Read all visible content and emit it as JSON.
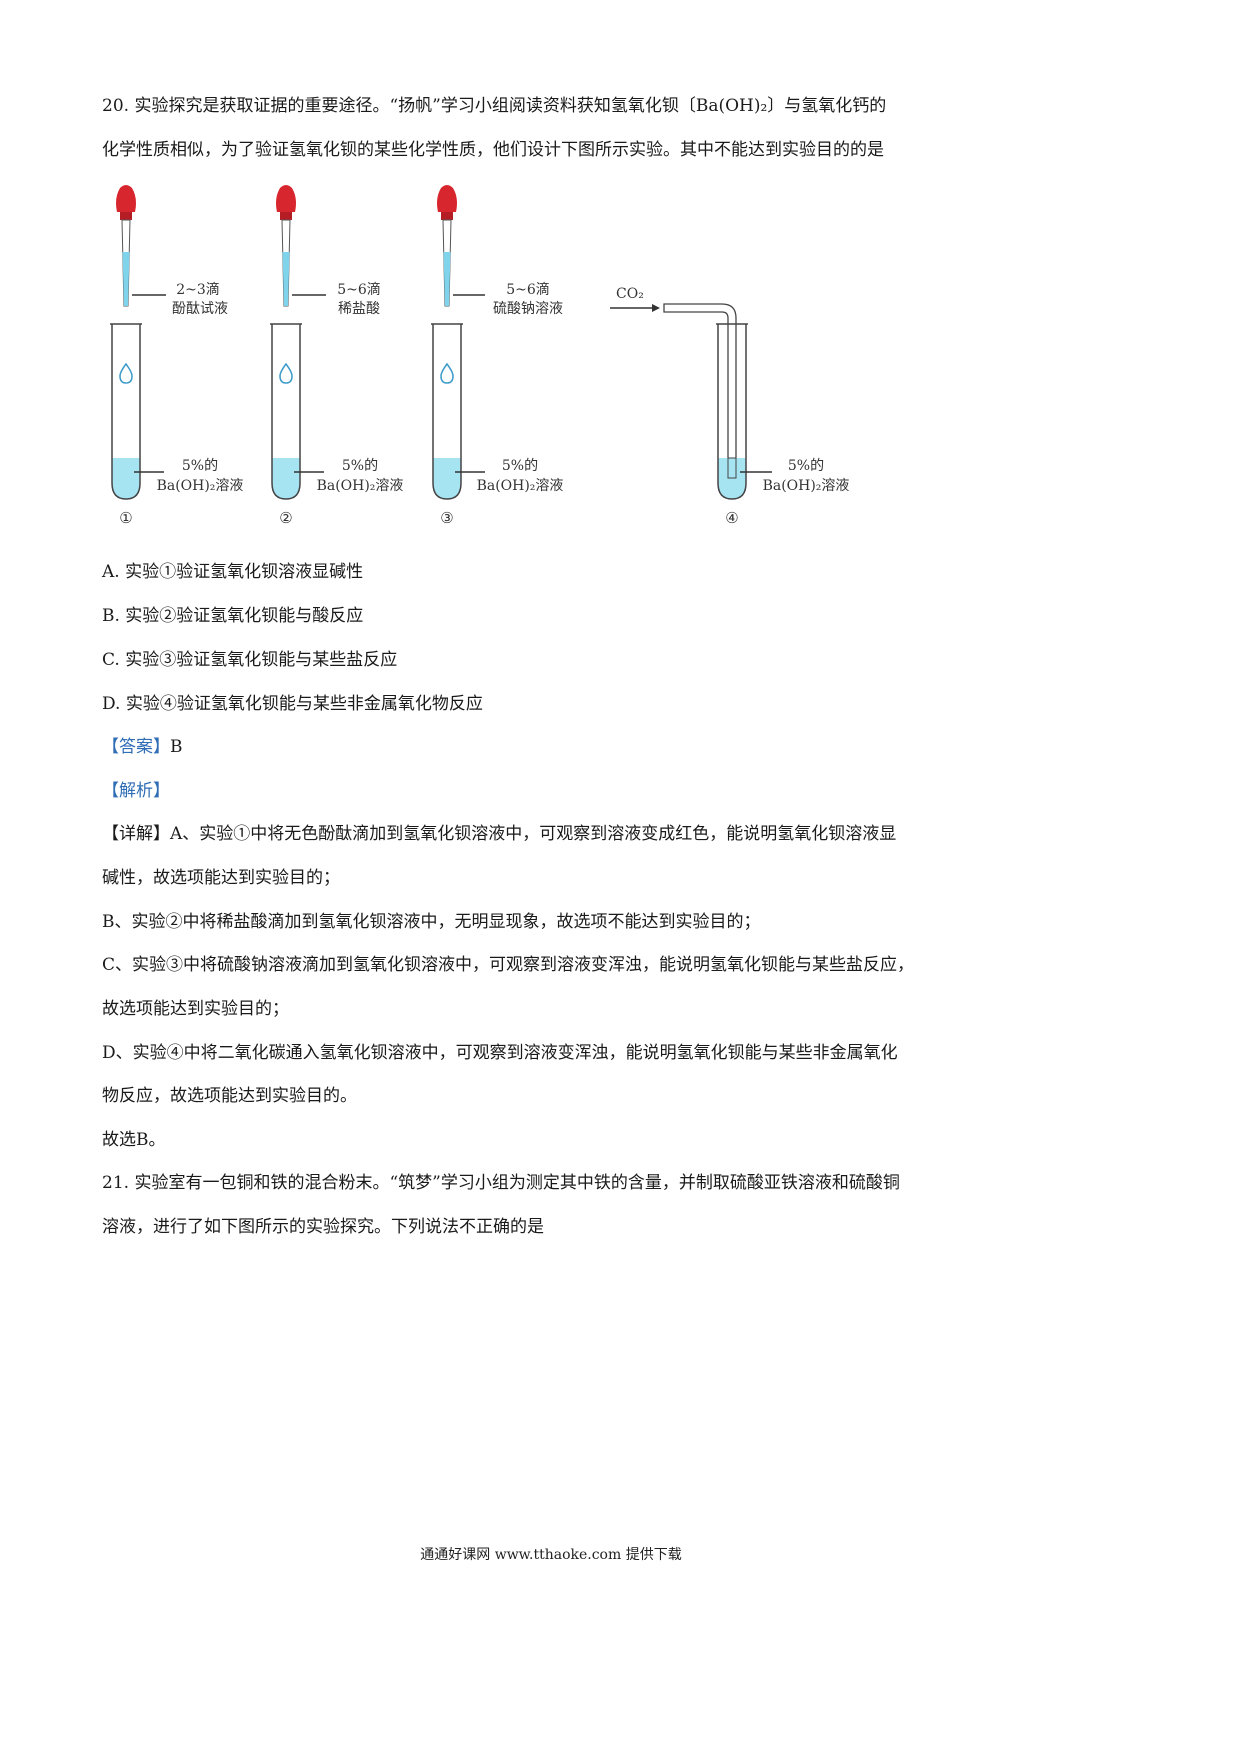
{
  "q20": {
    "line1": "20. 实验探究是获取证据的重要途径。“扬帆”学习小组阅读资料获知氢氧化钡〔Ba(OH)₂〕与氢氧化钙的",
    "line2": "化学性质相似，为了验证氢氧化钡的某些化学性质，他们设计下图所示实验。其中不能达到实验目的的是",
    "figure": {
      "exp1": {
        "drops": "2~3滴",
        "reagent": "酚酞试液",
        "solution_pct": "5%的",
        "solution": "Ba(OH)₂溶液",
        "number": "①"
      },
      "exp2": {
        "drops": "5~6滴",
        "reagent": "稀盐酸",
        "solution_pct": "5%的",
        "solution": "Ba(OH)₂溶液",
        "number": "②"
      },
      "exp3": {
        "drops": "5~6滴",
        "reagent": "硫酸钠溶液",
        "solution_pct": "5%的",
        "solution": "Ba(OH)₂溶液",
        "number": "③"
      },
      "exp4": {
        "gas": "CO₂",
        "solution_pct": "5%的",
        "solution": "Ba(OH)₂溶液",
        "number": "④"
      }
    },
    "options": [
      "A.  实验①验证氢氧化钡溶液显碱性",
      "B.  实验②验证氢氧化钡能与酸反应",
      "C.  实验③验证氢氧化钡能与某些盐反应",
      "D.  实验④验证氢氧化钡能与某些非金属氧化物反应"
    ],
    "answer_label": "【答案】",
    "answer_value": "B",
    "analysis_label": "【解析】",
    "detail_label": "【详解】",
    "detail_line1": "A、实验①中将无色酚酞滴加到氢氧化钡溶液中，可观察到溶液变成红色，能说明氢氧化钡溶液显",
    "detail_line2": "碱性，故选项能达到实验目的；",
    "detail_line3": "B、实验②中将稀盐酸滴加到氢氧化钡溶液中，无明显现象，故选项不能达到实验目的；",
    "detail_line4": "C、实验③中将硫酸钠溶液滴加到氢氧化钡溶液中，可观察到溶液变浑浊，能说明氢氧化钡能与某些盐反应，",
    "detail_line5": "故选项能达到实验目的；",
    "detail_line6": "D、实验④中将二氧化碳通入氢氧化钡溶液中，可观察到溶液变浑浊，能说明氢氧化钡能与某些非金属氧化",
    "detail_line7": "物反应，故选项能达到实验目的。",
    "conclusion": "故选B。"
  },
  "q21": {
    "line1": "21. 实验室有一包铜和铁的混合粉末。“筑梦”学习小组为测定其中铁的含量，并制取硫酸亚铁溶液和硫酸铜",
    "line2": "溶液，进行了如下图所示的实验探究。下列说法不正确的是"
  },
  "footer": "通通好课网  www.tthaoke.com  提供下载"
}
